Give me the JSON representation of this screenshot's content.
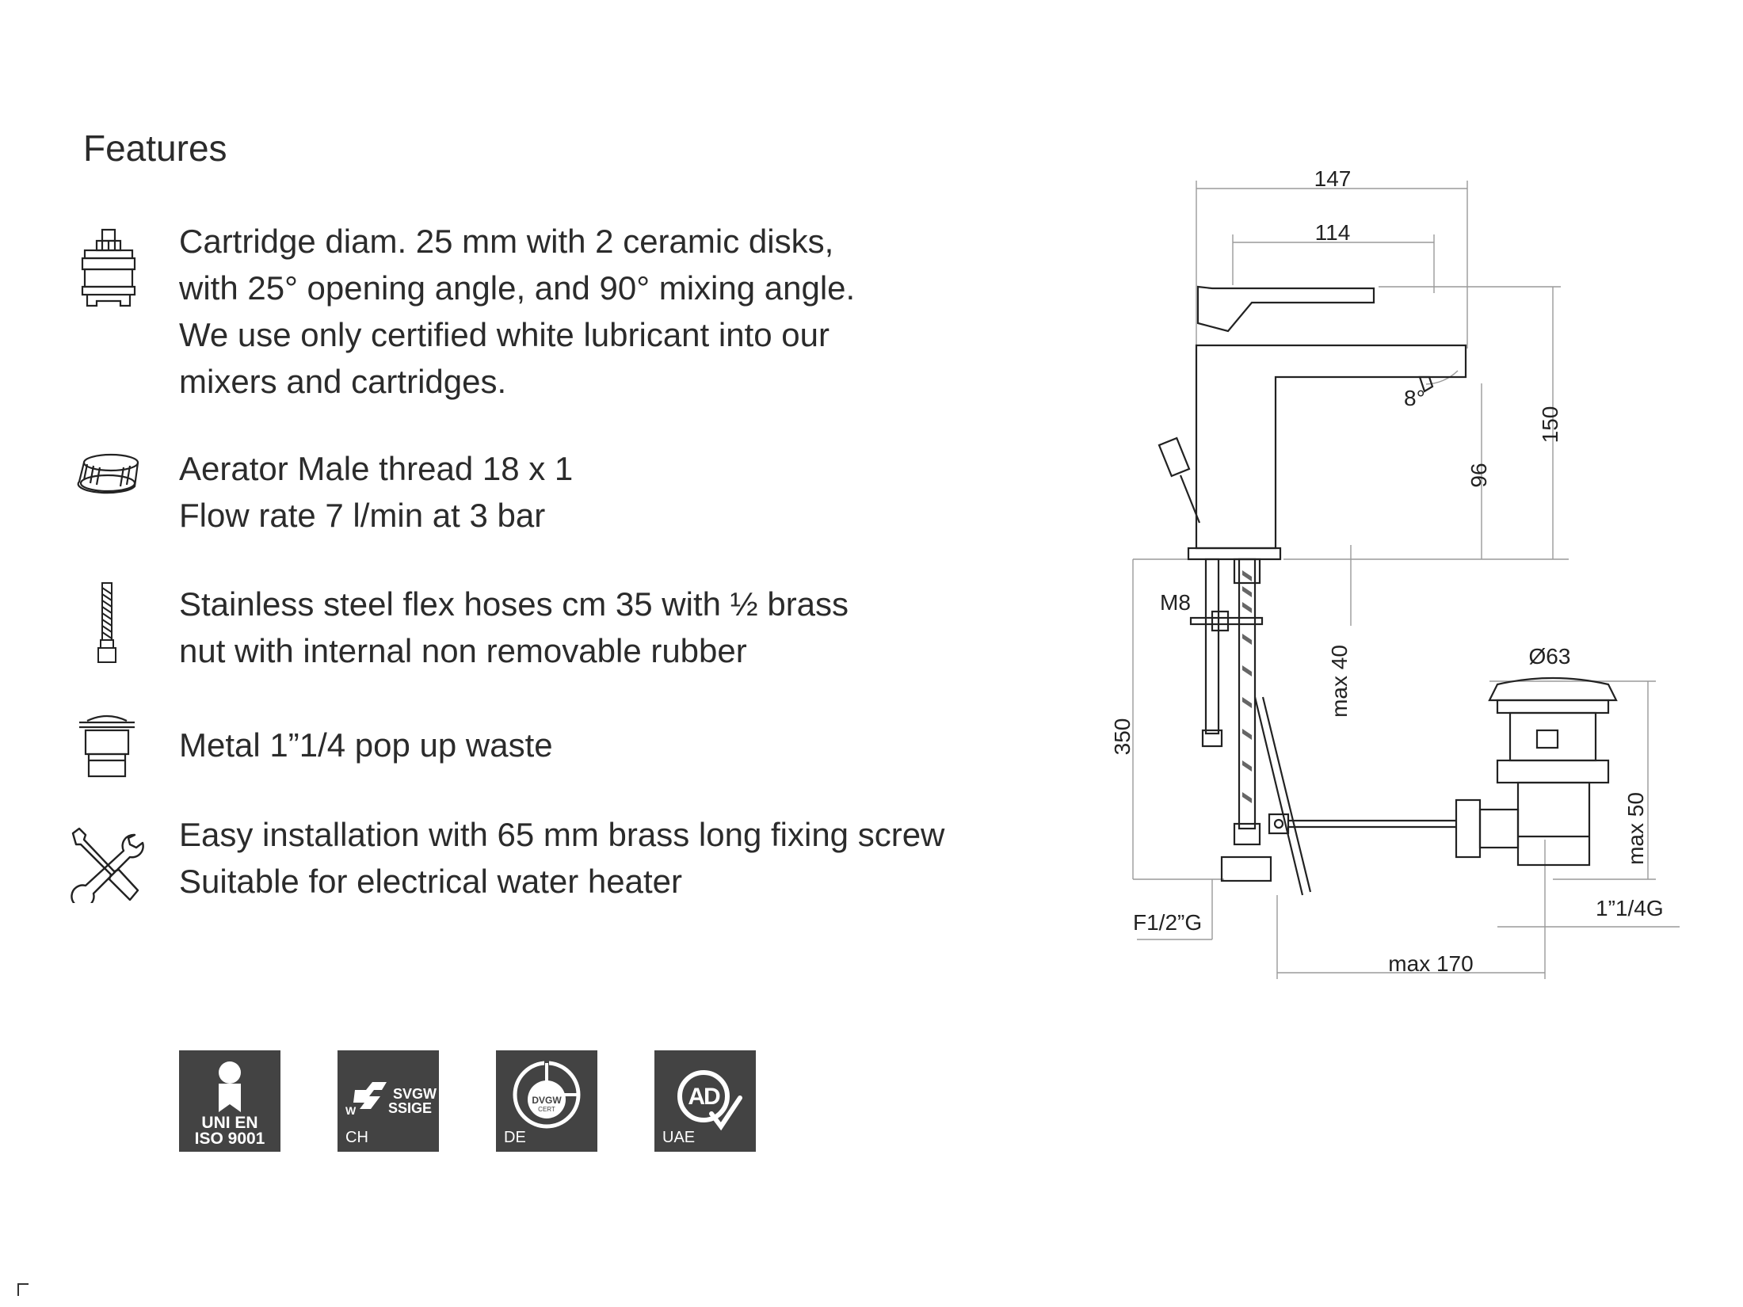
{
  "title": "Features",
  "features": [
    {
      "icon": "cartridge-icon",
      "lines": [
        "Cartridge diam. 25 mm with 2 ceramic disks,",
        "with 25° opening angle, and 90° mixing angle.",
        "We use only certified white lubricant into our",
        "mixers and cartridges."
      ]
    },
    {
      "icon": "aerator-icon",
      "lines": [
        "Aerator Male thread 18 x 1",
        "Flow rate 7 l/min at 3 bar"
      ]
    },
    {
      "icon": "flex-hose-icon",
      "lines": [
        "Stainless steel flex hoses cm 35 with ½ brass",
        "nut with internal non removable rubber"
      ]
    },
    {
      "icon": "pop-up-waste-icon",
      "lines": [
        "Metal 1”1/4 pop up waste"
      ]
    },
    {
      "icon": "tools-icon",
      "lines": [
        "Easy installation with 65 mm brass long fixing screw",
        "Suitable for electrical water heater"
      ]
    }
  ],
  "certifications": [
    {
      "icon": "iso-9001-icon",
      "label": "UNI EN ISO 9001",
      "line1": "UNI EN",
      "line2": "ISO 9001",
      "code": ""
    },
    {
      "icon": "svgw-icon",
      "label": "SVGW SSIGE",
      "line1": "SVGW",
      "line2": "SSIGE",
      "prefix": "W",
      "code": "CH"
    },
    {
      "icon": "dvgw-icon",
      "label": "DVGW CERT",
      "line1": "DVGW",
      "line2": "CERT",
      "code": "DE"
    },
    {
      "icon": "ad-icon",
      "label": "AD",
      "line1": "AD",
      "code": "UAE"
    }
  ],
  "drawing": {
    "dimensions": {
      "width_overall": "147",
      "width_spout": "114",
      "height_total": "150",
      "height_spout": "96",
      "angle": "8°",
      "rod_thread": "M8",
      "max_40": "max 40",
      "waste_diameter": "Ø63",
      "hose_length": "350",
      "max_50": "max 50",
      "waste_thread": "1”1/4G",
      "inlet_thread": "F1/2”G",
      "max_170": "max 170"
    }
  }
}
